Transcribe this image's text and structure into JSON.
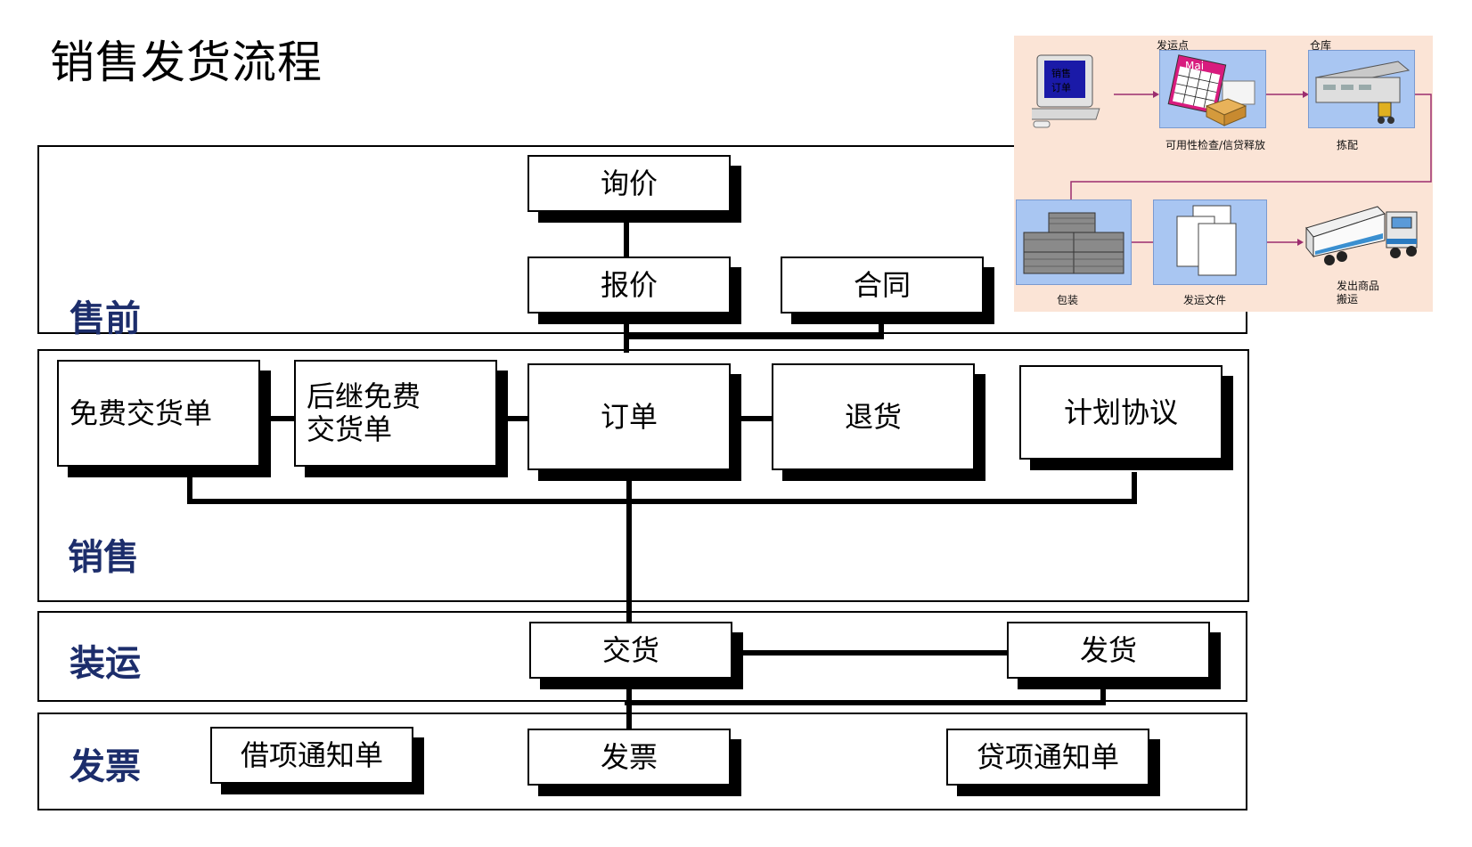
{
  "title": "销售发货流程",
  "bands": {
    "presale": "售前",
    "sales": "销售",
    "shipping": "装运",
    "billing": "发票"
  },
  "nodes": {
    "inquiry": "询价",
    "quotation": "报价",
    "contract": "合同",
    "free_delivery": "免费交货单",
    "subsequent_free_line1": "后继免费",
    "subsequent_free_line2": "交货单",
    "order": "订单",
    "returns": "退货",
    "scheduling_agreement": "计划协议",
    "delivery": "交货",
    "goods_issue": "发货",
    "debit_memo": "借项通知单",
    "invoice": "发票",
    "credit_memo": "贷项通知单"
  },
  "inset": {
    "screen_line1": "销售",
    "screen_line2": "订单",
    "calendar_text": "Mai",
    "shipping_point": "发运点",
    "warehouse": "仓库",
    "availability": "可用性检查/信贷释放",
    "picking": "拣配",
    "packing": "包装",
    "shipping_docs": "发运文件",
    "goods_issue_line1": "发出商品",
    "goods_issue_line2": "搬运"
  },
  "colors": {
    "band_label": "#1c2d6b",
    "inset_bg": "#fbe4d6",
    "tile": "#a9c6f2",
    "flow_line": "#9b2d6f"
  }
}
